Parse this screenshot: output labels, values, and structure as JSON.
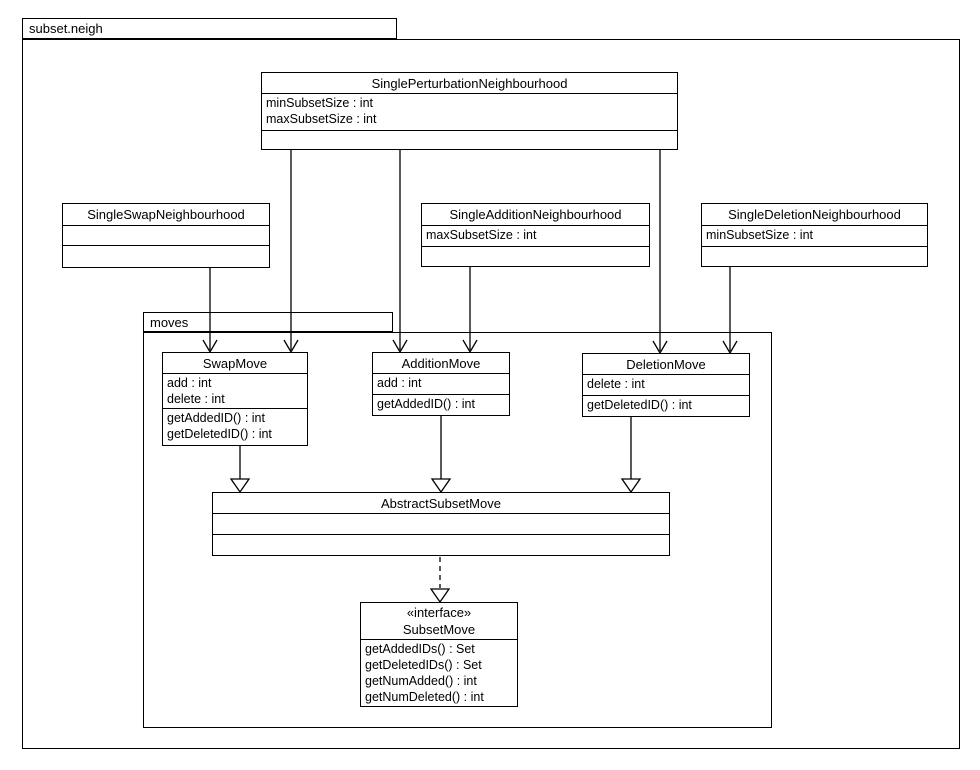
{
  "diagram": {
    "packages": {
      "subset_neigh": {
        "label": "subset.neigh"
      },
      "moves": {
        "label": "moves"
      }
    },
    "classes": {
      "single_perturbation_neighbourhood": {
        "name": "SinglePerturbationNeighbourhood",
        "attributes": [
          "minSubsetSize : int",
          "maxSubsetSize : int"
        ],
        "methods": []
      },
      "single_swap_neighbourhood": {
        "name": "SingleSwapNeighbourhood",
        "attributes": [],
        "methods": []
      },
      "single_addition_neighbourhood": {
        "name": "SingleAdditionNeighbourhood",
        "attributes": [
          "maxSubsetSize : int"
        ],
        "methods": []
      },
      "single_deletion_neighbourhood": {
        "name": "SingleDeletionNeighbourhood",
        "attributes": [
          "minSubsetSize : int"
        ],
        "methods": []
      },
      "swap_move": {
        "name": "SwapMove",
        "attributes": [
          "add : int",
          "delete : int"
        ],
        "methods": [
          "getAddedID() : int",
          "getDeletedID() : int"
        ]
      },
      "addition_move": {
        "name": "AdditionMove",
        "attributes": [
          "add : int"
        ],
        "methods": [
          "getAddedID() : int"
        ]
      },
      "deletion_move": {
        "name": "DeletionMove",
        "attributes": [
          "delete : int"
        ],
        "methods": [
          "getDeletedID() : int"
        ]
      },
      "abstract_subset_move": {
        "name": "AbstractSubsetMove",
        "attributes": [],
        "methods": []
      },
      "subset_move": {
        "stereotype": "«interface»",
        "name": "SubsetMove",
        "methods": [
          "getAddedIDs() : Set",
          "getDeletedIDs() : Set",
          "getNumAdded() : int",
          "getNumDeleted() : int"
        ]
      }
    },
    "colors": {
      "line": "#000000",
      "background": "#ffffff",
      "text": "#000000"
    }
  }
}
